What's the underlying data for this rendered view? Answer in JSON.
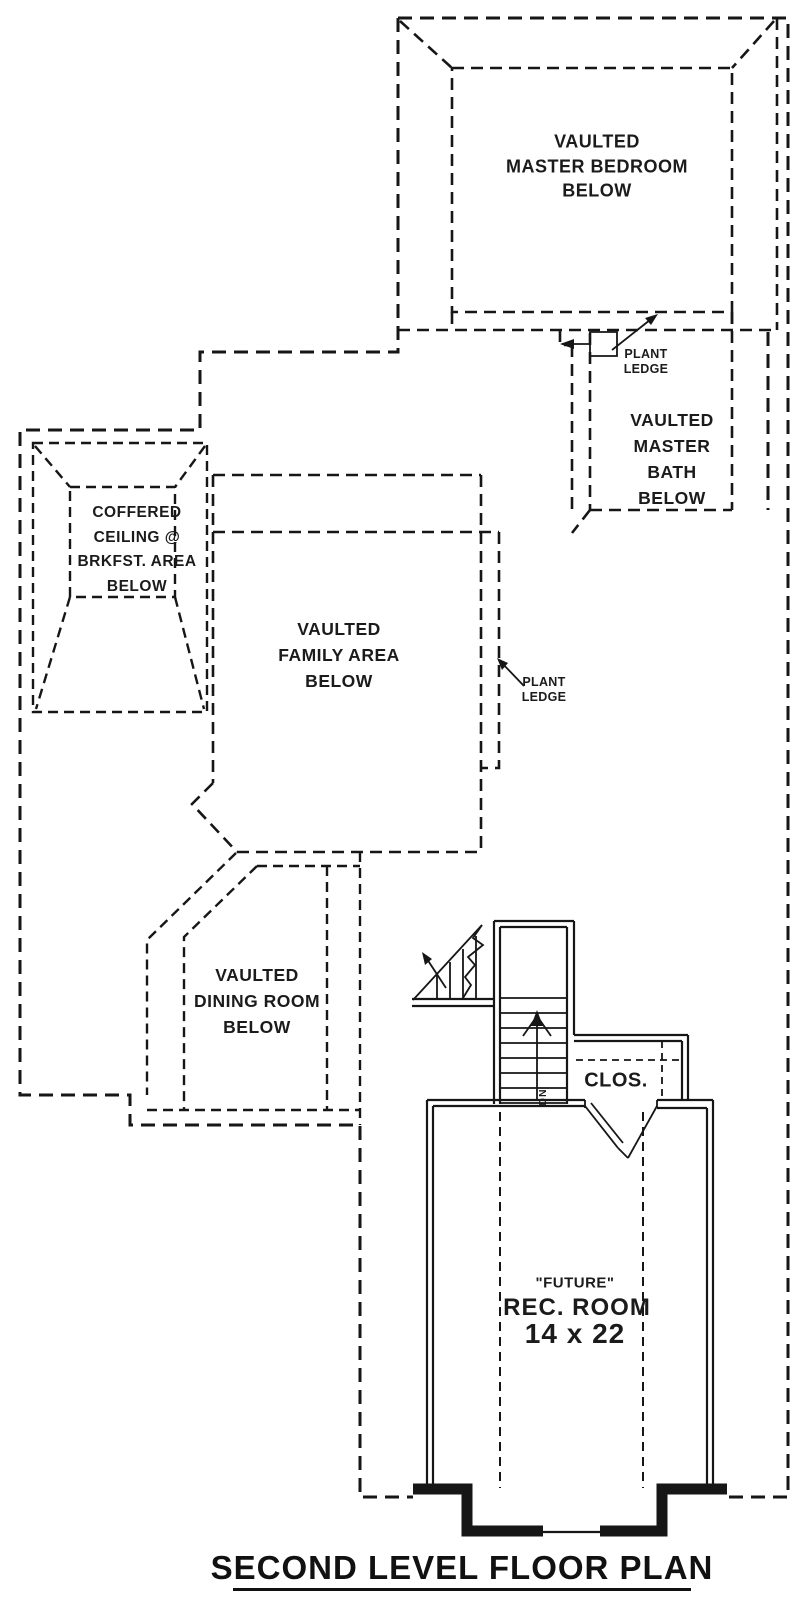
{
  "drawing": {
    "kind": "floor-plan",
    "background_color": "#ffffff",
    "line_color": "#161616",
    "wall_color": "#000000"
  },
  "labels": {
    "master_bedroom": "VAULTED\nMASTER BEDROOM\nBELOW",
    "plant_ledge_upper": "PLANT\nLEDGE",
    "master_bath": "VAULTED\nMASTER BATH\nBELOW",
    "coffered": "COFFERED\nCEILING @\nBRKFST. AREA\nBELOW",
    "family": "VAULTED\nFAMILY AREA\nBELOW",
    "plant_ledge_lower": "PLANT\nLEDGE",
    "dining": "VAULTED\nDINING ROOM\nBELOW",
    "closet": "CLOS.",
    "stairs_down": "DN",
    "rec_future": "\"FUTURE\"",
    "rec_room": "REC. ROOM",
    "rec_dim": "14 x 22"
  },
  "title": {
    "text": "SECOND LEVEL FLOOR PLAN"
  }
}
